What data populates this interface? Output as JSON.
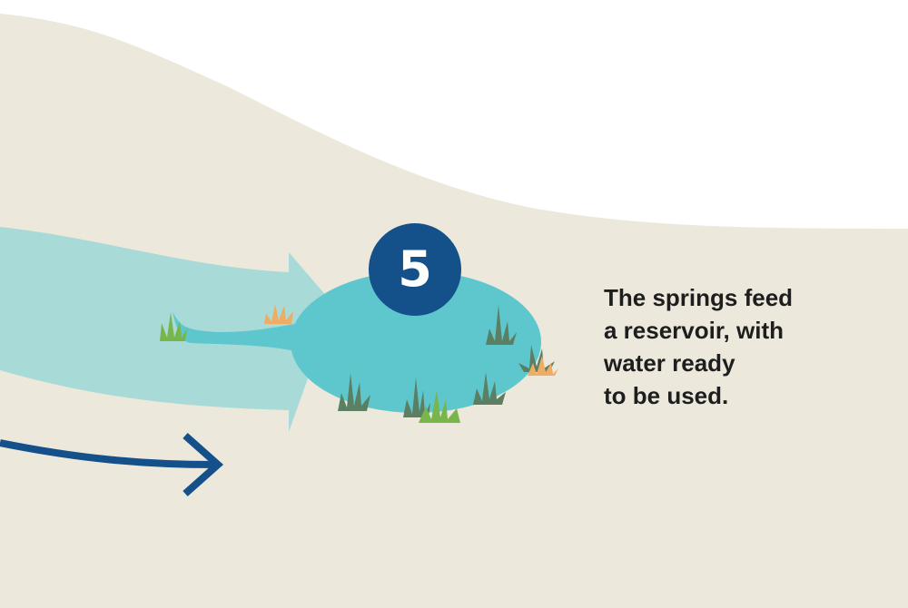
{
  "step": {
    "number": "5"
  },
  "caption": {
    "lines": [
      "The springs feed",
      "a reservoir, with",
      "water ready",
      "to be used."
    ]
  },
  "colors": {
    "ground": "#ece8dc",
    "sky": "#ffffff",
    "flow_light": "#a8dad8",
    "reservoir": "#5ec7ce",
    "step_circle": "#14508a",
    "arrow": "#14508a",
    "grass_dark": "#5a7f62",
    "grass_green": "#78b54a",
    "grass_orange": "#f0ac62",
    "text": "#1e1e1e"
  }
}
